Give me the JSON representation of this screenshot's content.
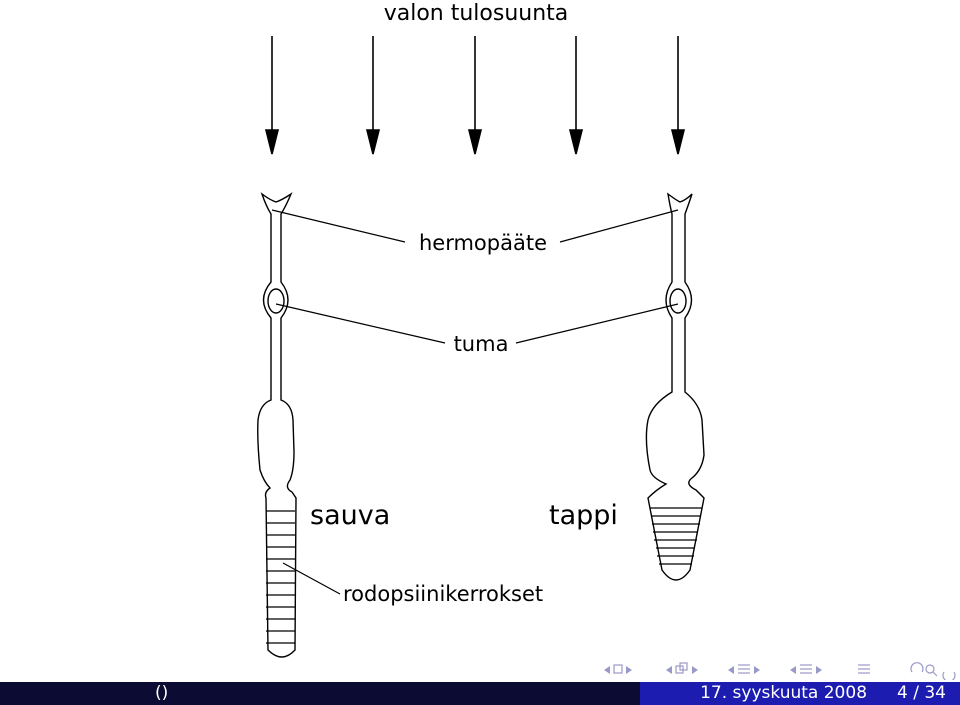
{
  "diagram": {
    "light_direction_label": "valon tulosuunta",
    "nerve_ending_label": "hermopääte",
    "nucleus_label": "tuma",
    "rod_label": "sauva",
    "cone_label": "tappi",
    "rhodopsin_layers_label": "rodopsiinikerrokset"
  },
  "footer": {
    "author": "()",
    "date": "17. syyskuuta 2008",
    "page": "4 / 34"
  },
  "colors": {
    "footer_dark": "#0b0b33",
    "footer_blue": "#1c1cb0",
    "nav_symbols": "#9a9ac8"
  }
}
